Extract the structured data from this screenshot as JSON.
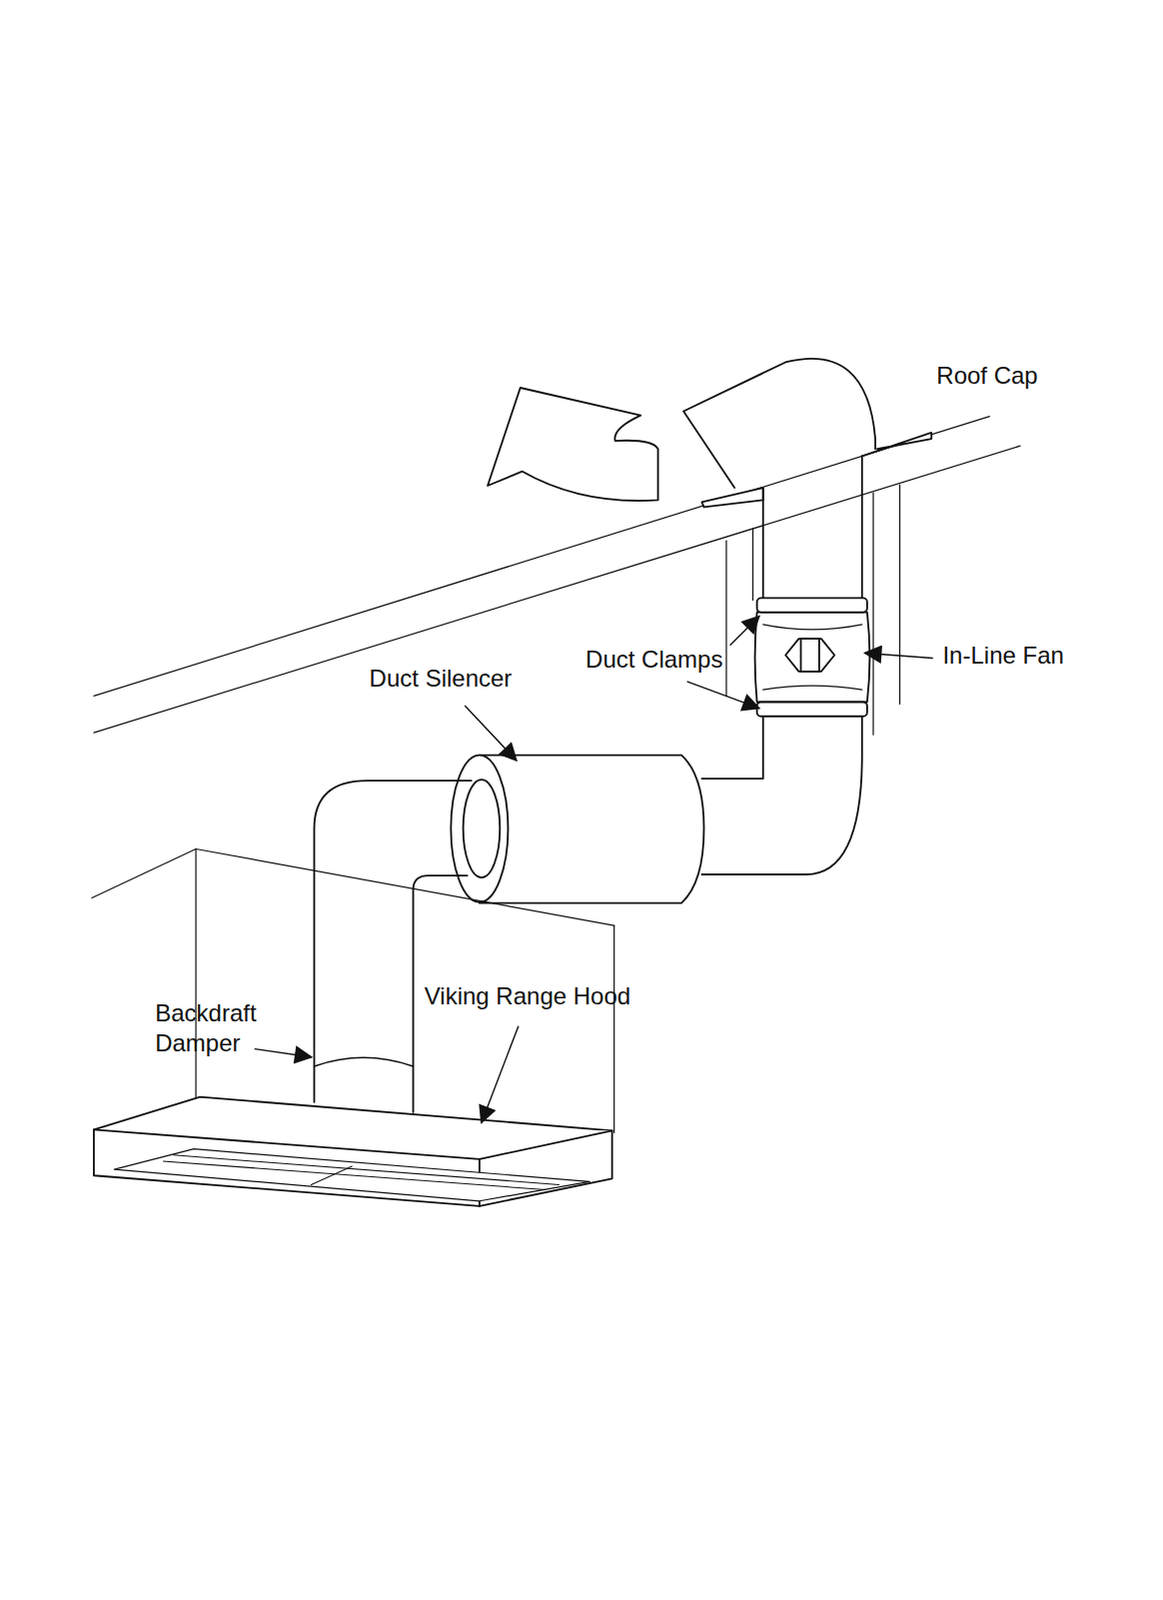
{
  "diagram": {
    "labels": [
      "Roof Cap",
      "Duct Clamps",
      "In-Line Fan",
      "Duct Silencer",
      "Backdraft Damper",
      "Viking Range Hood"
    ]
  }
}
